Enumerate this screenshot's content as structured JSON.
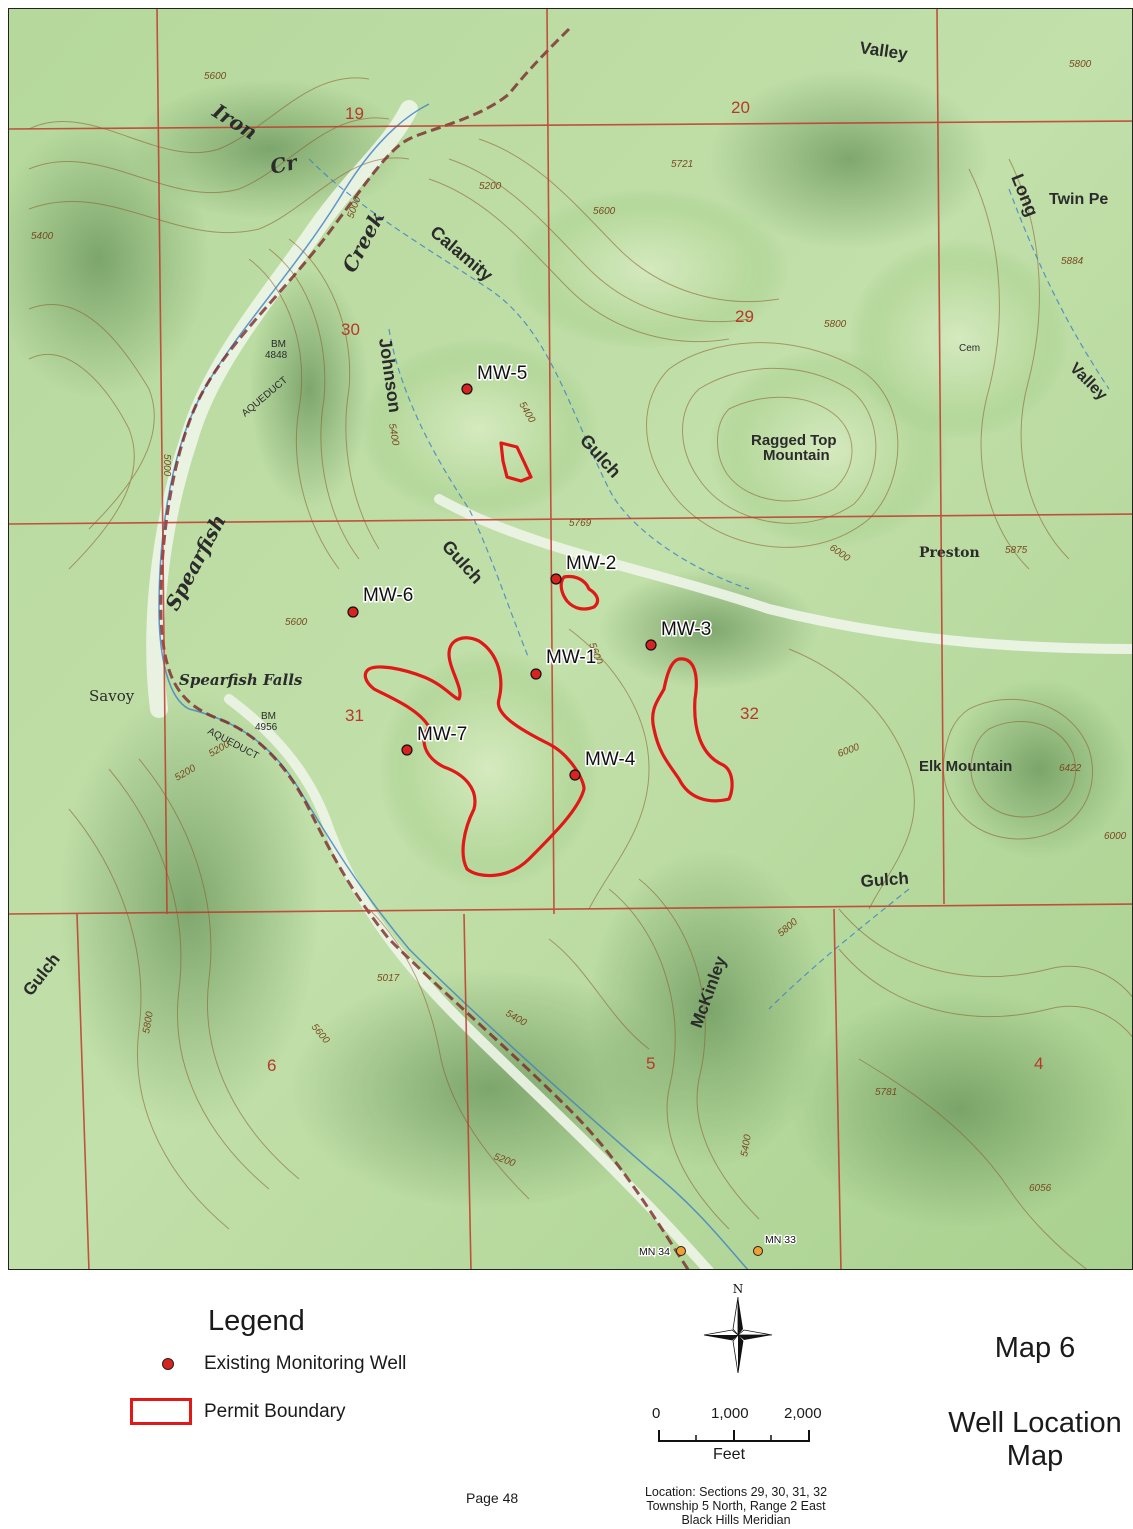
{
  "map": {
    "section_numbers": [
      "19",
      "20",
      "29",
      "30",
      "31",
      "32",
      "6",
      "5",
      "4"
    ],
    "place_labels": {
      "valley_top": "Valley",
      "valley_right": "Valley",
      "iron": "Iron",
      "cr": "Cr",
      "creek": "Creek",
      "calamity": "Calamity",
      "johnson": "Johnson",
      "gulch_calamity": "Gulch",
      "gulch_johnson": "Gulch",
      "gulch_left": "Gulch",
      "gulch_right": "Gulch",
      "long": "Long",
      "twin_pe": "Twin Pe",
      "ragged_top_1": "Ragged Top",
      "ragged_top_2": "Mountain",
      "preston": "Preston",
      "spearfish": "Spearfish",
      "spearfish_falls": "Spearfish Falls",
      "savoy": "Savoy",
      "elk_mountain": "Elk Mountain",
      "mckinley": "McKinley",
      "aqueduct_1": "AQUEDUCT",
      "aqueduct_2": "AQUEDUCT",
      "bm_1a": "BM",
      "bm_1b": "4848",
      "bm_2a": "BM",
      "bm_2b": "4956",
      "cem": "Cem"
    },
    "elevation_labels": [
      "5600",
      "5200",
      "5400",
      "5000",
      "5721",
      "5600",
      "5800",
      "5884",
      "5800",
      "5769",
      "6000",
      "5875",
      "5600",
      "6000",
      "6422",
      "6000",
      "5400",
      "5600",
      "5200",
      "5017",
      "5800",
      "5400",
      "5200",
      "5400",
      "5781",
      "6056",
      "5000",
      "5600",
      "5800",
      "5200",
      "5400"
    ],
    "wells": [
      {
        "id": "MW-5"
      },
      {
        "id": "MW-2"
      },
      {
        "id": "MW-6"
      },
      {
        "id": "MW-3"
      },
      {
        "id": "MW-1"
      },
      {
        "id": "MW-7"
      },
      {
        "id": "MW-4"
      }
    ],
    "other_wells": [
      {
        "id": "MN 34"
      },
      {
        "id": "MN 33"
      }
    ],
    "colors": {
      "terrain_light": "#cfe6b6",
      "terrain_mid": "#a9d08f",
      "terrain_shade": "#6f9a5e",
      "contour": "#8a5a2b",
      "section_line": "#c0392b",
      "permit_boundary": "#e01818",
      "well_dot": "#d8231f",
      "other_well_dot": "#f0a030"
    }
  },
  "legend": {
    "title": "Legend",
    "well_label": "Existing Monitoring Well",
    "permit_label": "Permit Boundary"
  },
  "compass": {
    "north": "N"
  },
  "scale_bar": {
    "ticks": [
      "0",
      "1,000",
      "2,000"
    ],
    "unit": "Feet"
  },
  "location": {
    "line1": "Location: Sections 29, 30, 31, 32",
    "line2": "Township 5 North, Range 2 East",
    "line3": "Black Hills Meridian"
  },
  "page": {
    "label": "Page 48"
  },
  "title": {
    "map_number": "Map 6",
    "line1": "Well Location",
    "line2": "Map"
  }
}
